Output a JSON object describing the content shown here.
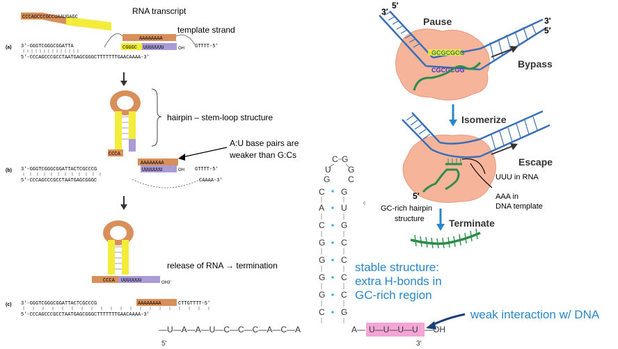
{
  "left": {
    "rna_transcript_label": "RNA transcript",
    "template_strand_label": "template strand",
    "panel_a": "(a)",
    "panel_b": "(b)",
    "panel_c": "(c)",
    "top_seq_a": "3'-GGGTCGGGCGGATTA",
    "bot_seq_a": "5'-CCCAGCCCGCCTAATGAGCGGGCTTTTTTTGAACAAAA-3'",
    "rna_a": "CCCAGCCCGCCUAAUGAGC",
    "gc_block": "CGGGC",
    "u_block_a": "UUUUUUU",
    "oh": "OH",
    "t_right_a": "GTTTT-5'",
    "a_block": "AAAAAAAA",
    "hairpin_label": "hairpin – stem-loop structure",
    "au_label_1": "A:U base pairs are",
    "au_label_2": "weaker than G:Cs",
    "top_seq_b": "3'-GGGTCGGGCGGATTACTCGCCCG",
    "bot_seq_b": "5'-CCCAGCCCGCCTAATGAGCGGGC",
    "bot_seq_b_right": "CAAAA-3'",
    "ccca": "CCCA",
    "u_block_b": "UUUUUUU",
    "release_label": "release of RNA → termination",
    "oh3": "OH3'",
    "top_seq_c": "3'-GGGTCGGGCGGATTACTCGCCCG",
    "top_seq_c_right": "CTTGTTTT-5'",
    "bot_seq_c": "5'-CCCAGCCCGCCTAATGAGCGGGCTTTTTTTGAACAAAA-3'"
  },
  "middle": {
    "stem_left": [
      "A",
      "C",
      "G",
      "G",
      "G",
      "G",
      "C",
      "C"
    ],
    "stem_right": [
      "U",
      "G",
      "C",
      "C",
      "C",
      "C",
      "G",
      "G"
    ],
    "loop": [
      "U",
      "C",
      "G",
      "G"
    ],
    "baseline": "—U—A—A—U—C—C—C—A—C—A",
    "tail": "A—",
    "u_tail": "U—U—U—U",
    "oh_end": "—OH",
    "five_prime": "5′",
    "three_prime": "3′",
    "stable_1": "stable structure:",
    "stable_2": "extra H-bonds in",
    "stable_3": "GC-rich region",
    "weak": "weak interaction w/ DNA"
  },
  "right": {
    "five_prime_top": "5′",
    "three_prime_left": "3′",
    "three_prime_right": "3′",
    "five_prime_right": "5′",
    "pause": "Pause",
    "gc_top": "GCGCGCG",
    "gc_bot": "CGCGCGG",
    "bypass": "Bypass",
    "isomerize": "Isomerize",
    "escape": "Escape",
    "uuu": "UUU in RNA",
    "aaa_1": "AAA in",
    "aaa_2": "DNA template",
    "five_prime_hp": "5′",
    "gc_hairpin_1": "GC-rich hairpin",
    "gc_hairpin_2": "structure",
    "terminate": "Terminate"
  },
  "colors": {
    "yellow": "#f4ec3a",
    "orange": "#d98f5a",
    "purple": "#a99bd6",
    "pink": "#f3a6d5",
    "rnap": "#f6b59a",
    "dna": "#3a6fb8",
    "rna_green": "#2d8c4a",
    "blue_text": "#2a86c8"
  }
}
